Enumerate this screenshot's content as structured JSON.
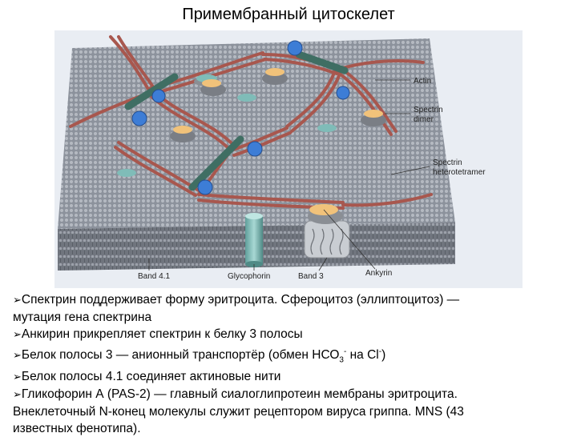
{
  "title": "Примембранный цитоскелет",
  "figure": {
    "labels": {
      "actin": "Actin",
      "spectrin_dimer_1": "Spectrin",
      "spectrin_dimer_2": "dimer",
      "spectrin_tetra_1": "Spectrin",
      "spectrin_tetra_2": "heterotetramer",
      "band41": "Band 4.1",
      "glycophorin": "Glycophorin",
      "band3": "Band 3",
      "ankyrin": "Ankyrin"
    },
    "colors": {
      "membrane": "#9a9fa8",
      "spectrin": "#a8574e",
      "actin": "#3f6e63",
      "band41": "#3d7dd6",
      "ankyrin": "#f1c27a",
      "glycophorin": "#7fbcb8",
      "band3": "#c9cdd2"
    }
  },
  "text": {
    "l1a": "Спектрин поддерживает форму эритроцита. Сфероцитоз (эллиптоцитоз) —",
    "l1b": "мутация гена спектрина",
    "l2": "Анкирин прикрепляет спектрин к белку 3 полосы",
    "l3_pre": "Белок полосы 3 — анионный транспортёр (обмен НСО",
    "l3_sub": "3",
    "l3_sup1": "-",
    "l3_mid": " на Cl",
    "l3_sup2": "-",
    "l3_end": ")",
    "l4": "Белок полосы 4.1 соединяет актиновые нити",
    "l5a": "Гликофорин А (PAS-2) — главный сиалоглипротеин мембраны эритроцита.",
    "l5b": "Внеклеточный N-конец молекулы служит рецептором вируса гриппа. MNS (43",
    "l5c": "известных фенотипа)."
  },
  "bullet_glyph": "➢"
}
